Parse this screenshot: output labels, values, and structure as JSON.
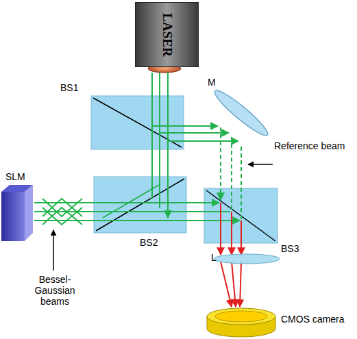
{
  "diagram": {
    "nodes": [
      {
        "text": [
          "LASER"
        ]
      }
    ],
    "labels": [
      "BS1",
      "M",
      "Reference beam",
      "SLM",
      "BS2",
      "BS3",
      "L",
      "Bessel-Gaussian beams",
      "CMOS camera"
    ]
  }
}
